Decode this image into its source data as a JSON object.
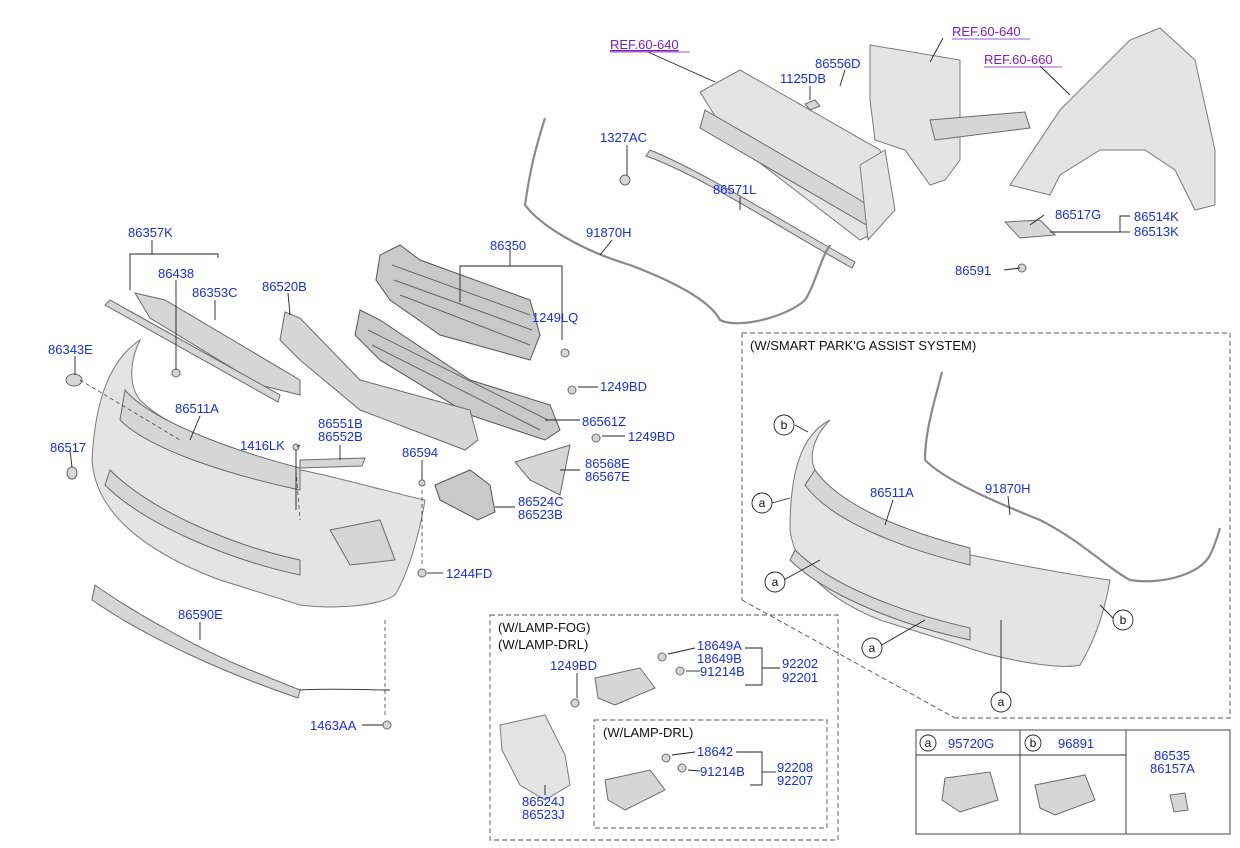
{
  "refs": [
    "REF.60-640",
    "REF.60-640",
    "REF.60-660"
  ],
  "labels": {
    "p86556D": "86556D",
    "p1125DB": "1125DB",
    "p1327AC": "1327AC",
    "p86571L": "86571L",
    "p91870H": "91870H",
    "p86517G": "86517G",
    "p86514K": "86514K",
    "p86513K": "86513K",
    "p86591": "86591",
    "p86357K": "86357K",
    "p86438": "86438",
    "p86353C": "86353C",
    "p86520B": "86520B",
    "p86350": "86350",
    "p1249LQ": "1249LQ",
    "p86343E": "86343E",
    "p1249BD_a": "1249BD",
    "p86511A": "86511A",
    "p86561Z": "86561Z",
    "p86551B": "86551B",
    "p86552B": "86552B",
    "p1416LK": "1416LK",
    "p1249BD_b": "1249BD",
    "p86517": "86517",
    "p86594": "86594",
    "p86568E": "86568E",
    "p86567E": "86567E",
    "p86524C": "86524C",
    "p86523B": "86523B",
    "p1244FD": "1244FD",
    "p86590E": "86590E",
    "p1463AA": "1463AA",
    "p86511A_s": "86511A",
    "p91870H_s": "91870H",
    "p18649A": "18649A",
    "p18649B": "18649B",
    "p91214B_a": "91214B",
    "p92202": "92202",
    "p92201": "92201",
    "p1249BD_c": "1249BD",
    "p18642": "18642",
    "p91214B_b": "91214B",
    "p92208": "92208",
    "p92207": "92207",
    "p86524J": "86524J",
    "p86523J": "86523J"
  },
  "captions": {
    "smart_park": "(W/SMART PARK'G ASSIST SYSTEM)",
    "lamp_fog": "(W/LAMP-FOG)",
    "lamp_drl": "(W/LAMP-DRL)",
    "lamp_drl_inner": "(W/LAMP-DRL)"
  },
  "callouts": {
    "a": "a",
    "b": "b"
  },
  "table": {
    "col_a_letter": "a",
    "col_a_part": "95720G",
    "col_b_letter": "b",
    "col_b_part": "96891",
    "col_c_part1": "86535",
    "col_c_part2": "86157A"
  },
  "colors": {
    "part_number": "#1a2fd6",
    "reference": "#7a1fc4",
    "part_fill": "#d6d6d6"
  }
}
